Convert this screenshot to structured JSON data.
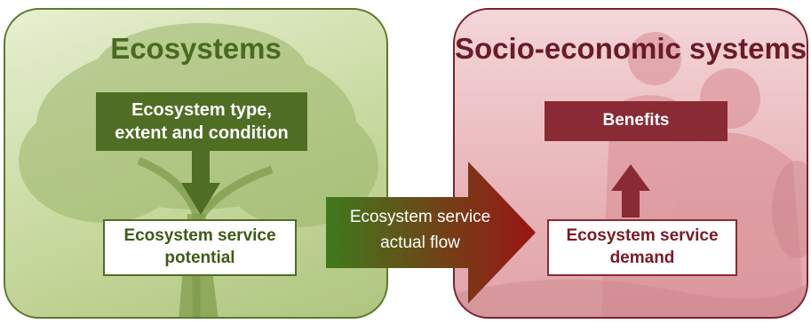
{
  "ecosystems": {
    "title": "Ecosystems",
    "type_box": {
      "line1": "Ecosystem type,",
      "line2": "extent and condition"
    },
    "potential_box": {
      "line1": "Ecosystem service",
      "line2": "potential"
    }
  },
  "socio_economic": {
    "title": "Socio-economic systems",
    "benefits_box": "Benefits",
    "demand_box": {
      "line1": "Ecosystem service",
      "line2": "demand"
    }
  },
  "flow": {
    "line1": "Ecosystem service",
    "line2": "actual flow"
  },
  "colors": {
    "eco_green": "#4f6e24",
    "eco_light": "#c7d99e",
    "soc_red": "#8a2a34",
    "soc_light": "#e8b4b8"
  }
}
